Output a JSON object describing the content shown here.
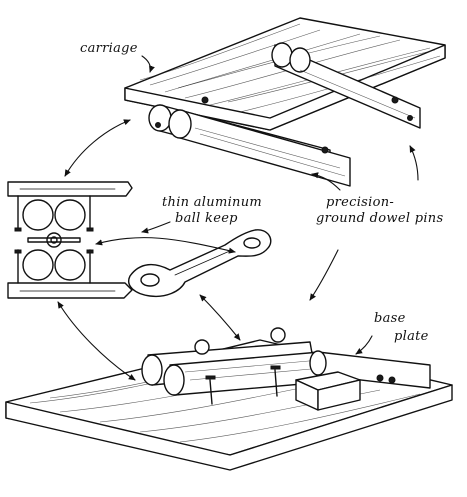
{
  "labels": {
    "carriage": "carriage",
    "ball_keep_line1": "thin aluminum",
    "ball_keep_line2": "ball keep",
    "dowel_line1": "precision-",
    "dowel_line2": "ground dowel pins",
    "base_line1": "base",
    "base_line2": "plate"
  },
  "colors": {
    "ink": "#111111",
    "paper": "#ffffff"
  }
}
